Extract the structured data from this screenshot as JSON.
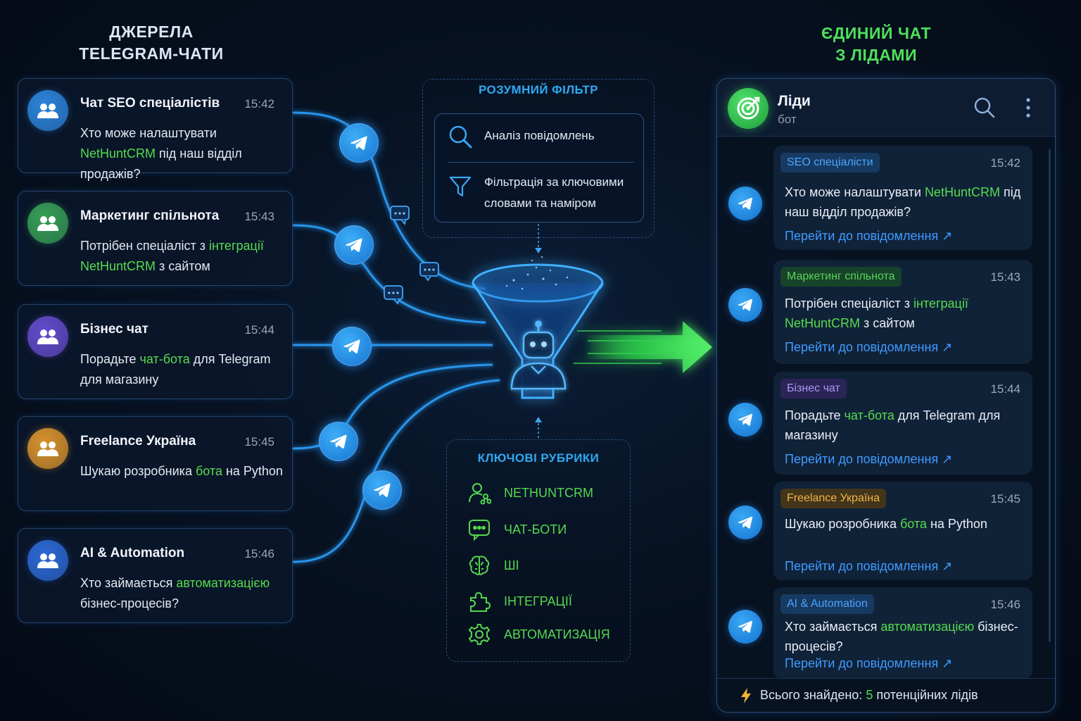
{
  "left_heading": [
    "Джерела",
    "Telegram-чати"
  ],
  "right_heading": [
    "Єдиний чат",
    "з лідами"
  ],
  "sources": [
    {
      "name": "Чат SEO спеціалістів",
      "time": "15:42",
      "msg_parts": [
        "Хто може налаштувати ",
        "NetHuntCRM",
        " під наш відділ продажів?"
      ],
      "color": "#2f8be6"
    },
    {
      "name": "Маркетинг спільнота",
      "time": "15:43",
      "msg_parts": [
        "Потрібен спеціаліст з ",
        "інтеграції NetHuntCRM",
        " з сайтом"
      ],
      "color": "#3aa85a"
    },
    {
      "name": "Бізнес чат",
      "time": "15:44",
      "msg_parts": [
        "Порадьте ",
        "чат-бота",
        " для Telegram для магазину"
      ],
      "color": "#6a4fd6"
    },
    {
      "name": "Freelance Україна",
      "time": "15:45",
      "msg_parts": [
        "Шукаю розробника ",
        "бота",
        " на Python"
      ],
      "color": "#e59a2c"
    },
    {
      "name": "AI & Automation",
      "time": "15:46",
      "msg_parts": [
        "Хто займається ",
        "автоматизацією",
        " бізнес-процесів?"
      ],
      "color": "#2f6fe0"
    }
  ],
  "filter": {
    "title": "Розумний фільтр",
    "steps": [
      "Аналіз повідомлень",
      "Фільтрація за ключовими словами та наміром"
    ]
  },
  "categories": {
    "title": "Ключові рубрики",
    "items": [
      {
        "label": "NetHuntCRM",
        "icon": "user-network-icon"
      },
      {
        "label": "Чат-боти",
        "icon": "chat-bubble-icon"
      },
      {
        "label": "ШІ",
        "icon": "brain-icon"
      },
      {
        "label": "Інтеграції",
        "icon": "puzzle-icon"
      },
      {
        "label": "Автоматизація",
        "icon": "gear-icon"
      }
    ]
  },
  "bot": {
    "name": "Ліди",
    "subtitle": "бот"
  },
  "leads": [
    {
      "tag": "SEO спеціалісти",
      "tag_color": "#4aa6ff",
      "tag_bg": "#173a63",
      "time": "15:42",
      "msg_parts": [
        "Хто може налаштувати ",
        "NetHuntCRM",
        " під наш відділ продажів?"
      ],
      "link": "Перейти до повідомлення ↗"
    },
    {
      "tag": "Маркетинг спільнота",
      "tag_color": "#57d35a",
      "tag_bg": "#17432a",
      "time": "15:43",
      "msg_parts": [
        "Потрібен спеціаліст з ",
        "інтеграції NetHuntCRM",
        " з сайтом"
      ],
      "link": "Перейти до повідомлення ↗"
    },
    {
      "tag": "Бізнес чат",
      "tag_color": "#a999f2",
      "tag_bg": "#2b2457",
      "time": "15:44",
      "msg_parts": [
        "Порадьте ",
        "чат-бота",
        " для Telegram для магазину"
      ],
      "link": "Перейти до повідомлення ↗"
    },
    {
      "tag": "Freelance Україна",
      "tag_color": "#efb54a",
      "tag_bg": "#43351a",
      "time": "15:45",
      "msg_parts": [
        "Шукаю розробника ",
        "бота",
        " на Python"
      ],
      "link": "Перейти до повідомлення ↗"
    },
    {
      "tag": "AI & Automation",
      "tag_color": "#4aa6ff",
      "tag_bg": "#173a63",
      "time": "15:46",
      "msg_parts": [
        "Хто займається ",
        "автоматизацією",
        " бізнес-процесів?"
      ],
      "link": "Перейти до повідомлення ↗"
    }
  ],
  "footer": {
    "prefix": "Всього знайдено: ",
    "count": "5",
    "suffix": " потенційних лідів"
  },
  "colors": {
    "accent_blue": "#2fa9f2",
    "accent_green": "#4ee05a",
    "telegram": "#1f8fe8"
  }
}
